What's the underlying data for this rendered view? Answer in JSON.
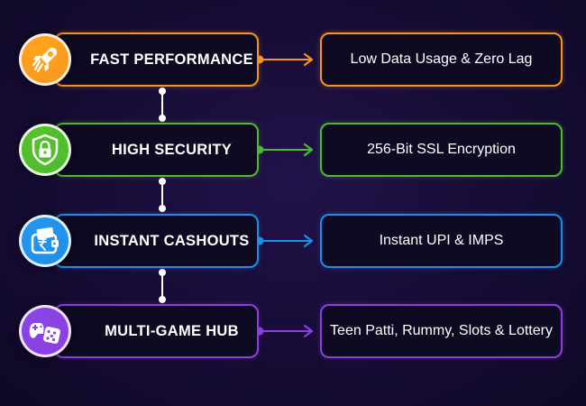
{
  "rows": [
    {
      "label": "FAST PERFORMANCE",
      "detail": "Low Data Usage & Zero Lag",
      "color": "#f7941d",
      "icon": "rocket-icon",
      "icon_bg": "#ffa51f"
    },
    {
      "label": "HIGH SECURITY",
      "detail": "256-Bit SSL Encryption",
      "color": "#4cbb2f",
      "icon": "shield-lock-icon",
      "icon_bg": "#57c12b"
    },
    {
      "label": "INSTANT CASHOUTS",
      "detail": "Instant UPI & IMPS",
      "color": "#1e8fe8",
      "icon": "rupee-wallet-icon",
      "icon_bg": "#2596ee"
    },
    {
      "label": "MULTI-GAME HUB",
      "detail": "Teen Patti, Rummy, Slots & Lottery",
      "color": "#8a3fe0",
      "icon": "gamepad-dice-icon",
      "icon_bg": "#8a44e6"
    }
  ],
  "connector_color": "#ffffff",
  "background_color": "#180d38"
}
